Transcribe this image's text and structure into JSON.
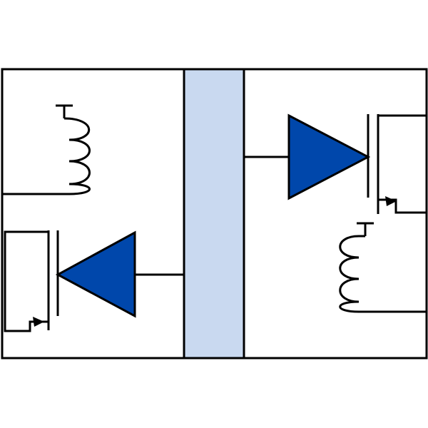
{
  "diagram": {
    "colors": {
      "stroke": "#000000",
      "amplifier_fill": "#0047AB",
      "isolation_barrier_fill": "#C9D9F0",
      "background": "#FFFFFF"
    },
    "components": {
      "left_side": [
        "inductor",
        "transistor",
        "amplifier"
      ],
      "isolation_barrier": "barrier",
      "right_side": [
        "amplifier",
        "transistor",
        "inductor"
      ]
    }
  }
}
